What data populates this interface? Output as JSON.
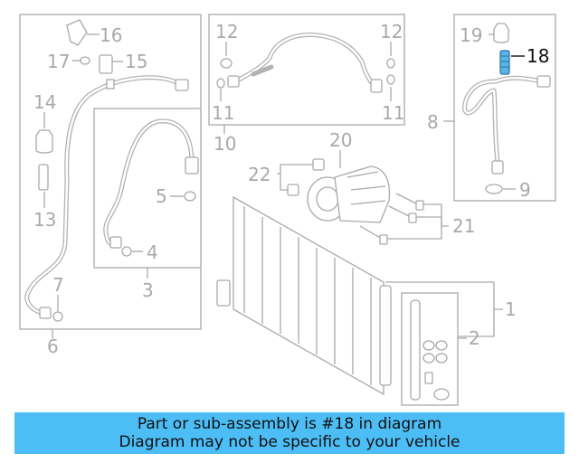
{
  "colors": {
    "line": "#a9a9a9",
    "highlight_part": "#5ab4e8",
    "banner_bg": "#4dbdf5",
    "banner_text": "#111111"
  },
  "callouts": {
    "c1": "1",
    "c2": "2",
    "c3": "3",
    "c4": "4",
    "c5": "5",
    "c6": "6",
    "c7": "7",
    "c8": "8",
    "c9": "9",
    "c10": "10",
    "c11a": "11",
    "c11b": "11",
    "c12a": "12",
    "c12b": "12",
    "c13": "13",
    "c14": "14",
    "c15": "15",
    "c16": "16",
    "c17": "17",
    "c18": "18",
    "c19": "19",
    "c20": "20",
    "c21": "21",
    "c22": "22"
  },
  "banner": {
    "line1": "Part or sub-assembly is #18 in diagram",
    "line2": "Diagram may not be specific to your vehicle"
  }
}
